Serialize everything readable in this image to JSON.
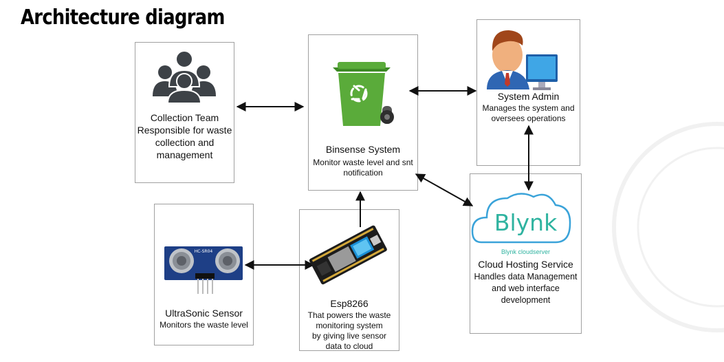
{
  "title": "Architecture diagram",
  "nodes": {
    "collection": {
      "title": "Collection Team",
      "desc": [
        "Responsible for waste",
        "collection and",
        "management"
      ],
      "icon": "people-group-icon"
    },
    "binsense": {
      "title": "Binsense System",
      "desc": [
        "Monitor waste level and snt",
        "notification"
      ],
      "icon": "recycle-bin-icon",
      "color": "#5aab3a"
    },
    "admin": {
      "title": "System Admin",
      "desc": [
        "Manages the system and",
        "oversees operations"
      ],
      "icon": "admin-computer-icon"
    },
    "cloud": {
      "logo": "Blynk",
      "logo_caption": "Blynk cloudserver",
      "title": "Cloud Hosting Service",
      "desc": [
        "Handles data Management",
        "and web interface",
        "development"
      ],
      "icon": "cloud-icon",
      "color": "#2fb3a0"
    },
    "sensor": {
      "chip_label": "HC-SR04",
      "title": "UltraSonic Sensor",
      "desc": [
        "Monitors the waste level"
      ],
      "icon": "ultrasonic-sensor-icon",
      "color": "#1e3f86"
    },
    "esp": {
      "title": "Esp8266",
      "desc": [
        "That powers the waste",
        "monitoring system",
        "by giving live sensor",
        "data to cloud"
      ],
      "icon": "esp8266-board-icon"
    }
  }
}
